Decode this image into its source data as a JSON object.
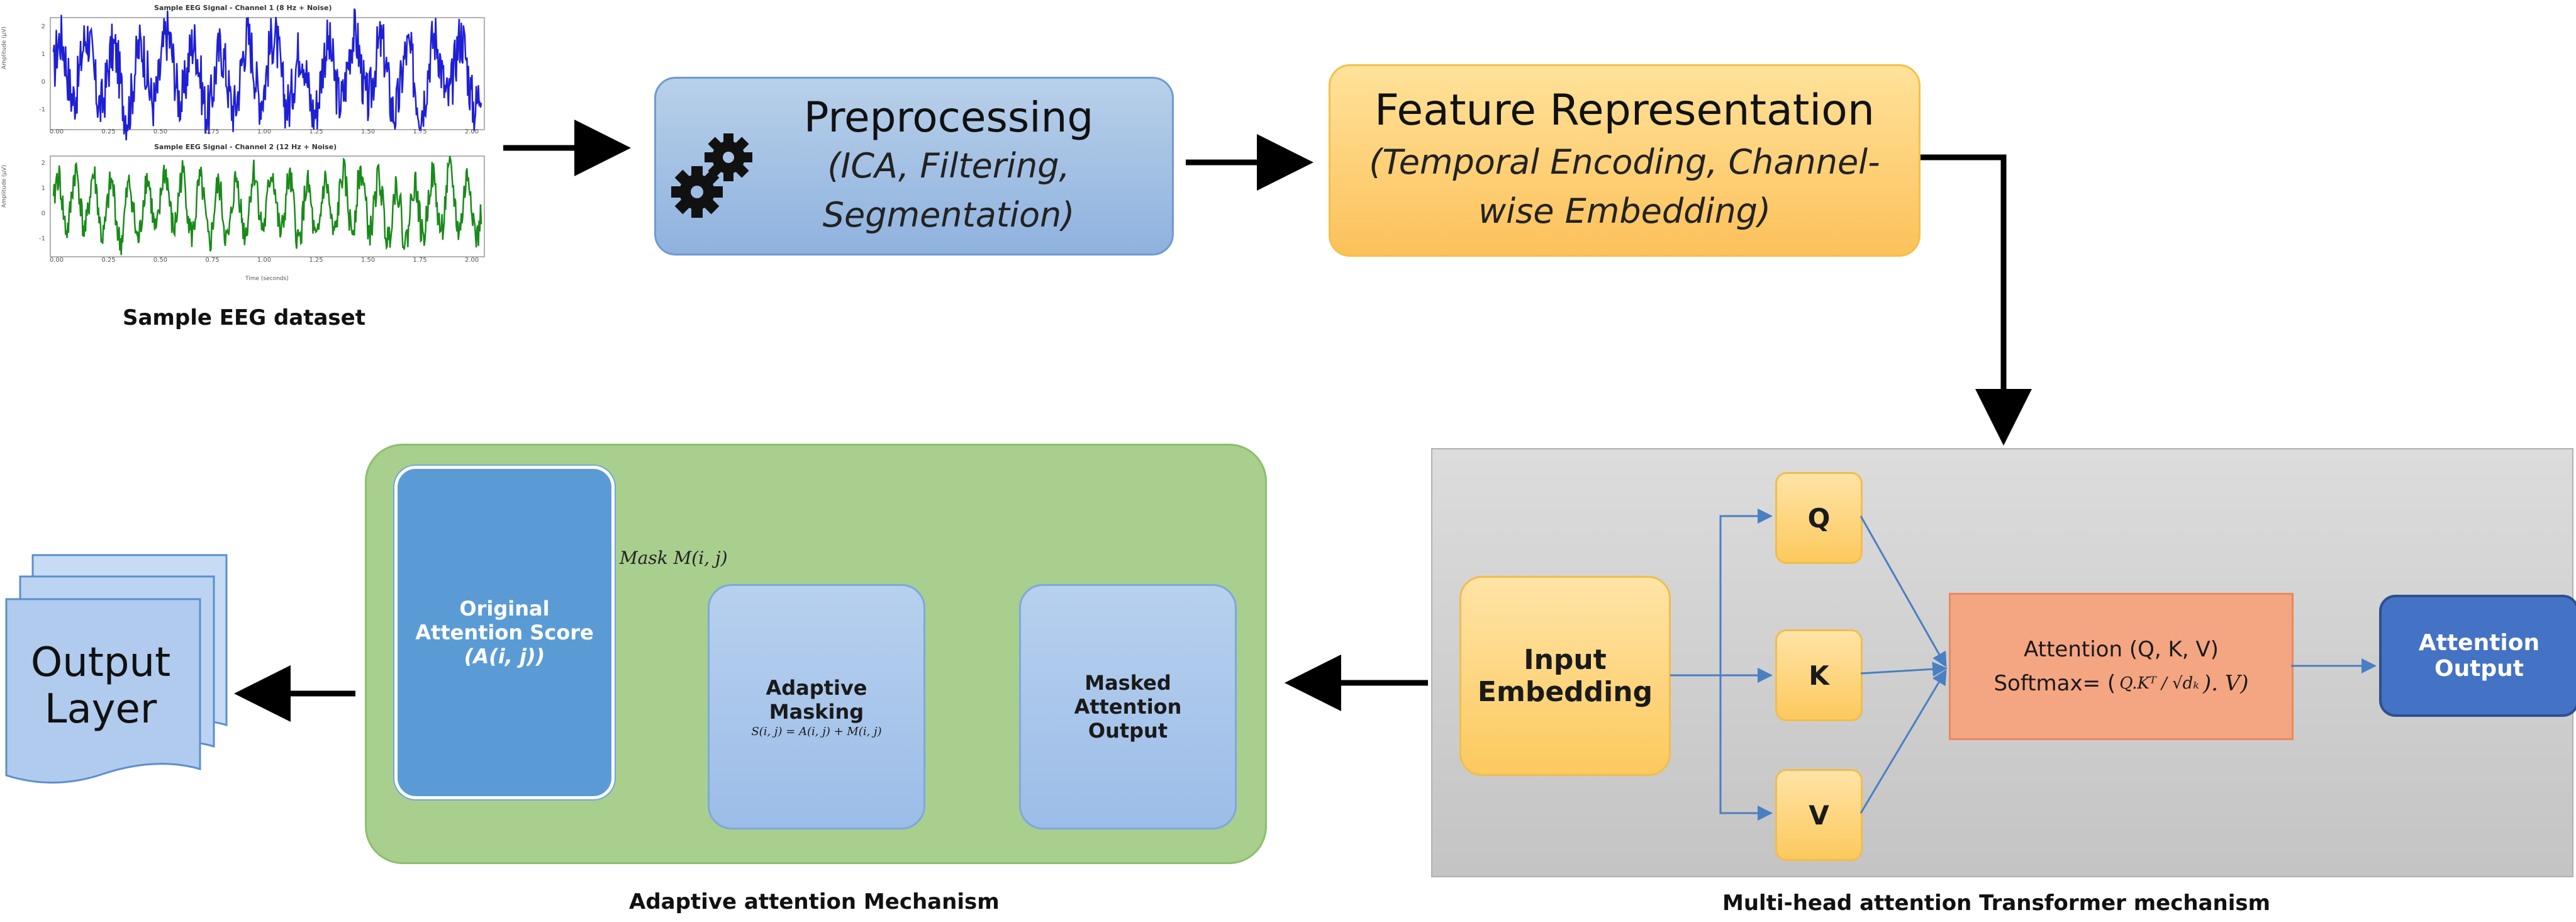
{
  "eeg": {
    "panel1_title": "Sample EEG Signal - Channel 1 (8 Hz + Noise)",
    "panel2_title": "Sample EEG Signal - Channel 2 (12 Hz + Noise)",
    "ylabel": "Amplitude (µV)",
    "xlabel": "Time (seconds)",
    "xticks": [
      "0.00",
      "0.25",
      "0.50",
      "0.75",
      "1.00",
      "1.25",
      "1.50",
      "1.75",
      "2.00"
    ],
    "yticks": [
      "2",
      "1",
      "0",
      "-1"
    ],
    "channel1_color": "#1f1fd6",
    "channel2_color": "#1a8a1a",
    "caption": "Sample EEG dataset"
  },
  "preprocessing": {
    "title": "Preprocessing",
    "subtitle_line1": "(ICA, Filtering,",
    "subtitle_line2": "Segmentation)",
    "icon": "gears-icon"
  },
  "feature": {
    "title": "Feature Representation",
    "subtitle_line1": "(Temporal Encoding, Channel-",
    "subtitle_line2": "wise Embedding)"
  },
  "transformer": {
    "caption": "Multi-head attention Transformer mechanism",
    "input_line1": "Input",
    "input_line2": "Embedding",
    "q": "Q",
    "k": "K",
    "v": "V",
    "attention_line1": "Attention (Q, K, V)",
    "attention_line2": "Softmax= (",
    "attention_formula": "Q.Kᵀ / √dₖ",
    "attention_tail": "). V)",
    "output_line1": "Attention",
    "output_line2": "Output"
  },
  "adaptive": {
    "caption": "Adaptive attention Mechanism",
    "original_line1": "Original",
    "original_line2": "Attention Score",
    "original_line3": "(A(i, j))",
    "mask_label": "Mask M(i, j)",
    "masking_line1": "Adaptive",
    "masking_line2": "Masking",
    "masking_formula": "S(i, j) = A(i, j) + M(i, j)",
    "masked_line1": "Masked",
    "masked_line2": "Attention",
    "masked_line3": "Output"
  },
  "output_layer": {
    "line1": "Output",
    "line2": "Layer"
  },
  "colors": {
    "arrow": "#000000",
    "thin_arrow": "#4a7fc1"
  }
}
